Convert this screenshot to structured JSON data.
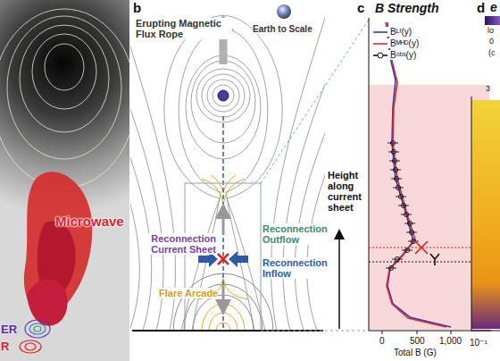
{
  "diagram": {
    "labels": [
      "Microwave",
      "ER",
      "R",
      "b",
      "Erupting Magnetic Flux Rope",
      "Earth to Scale",
      "Reconnection Current Sheet",
      "Reconnection Outflow",
      "Reconnection Inflow",
      "Flare Arcade",
      "c",
      "B Strength",
      "Height along current sheet",
      "0",
      "500",
      "1,000",
      "Total B (G)",
      "d",
      "e",
      "lo",
      "0",
      "(c",
      "3",
      "10⁻¹"
    ],
    "legend": [
      {
        "text": "Bᴸᶠ(y)"
      },
      {
        "text": "Bᴹᴴᴰ(y)"
      },
      {
        "text": "Bᵒᵇˢ(y)"
      }
    ]
  }
}
